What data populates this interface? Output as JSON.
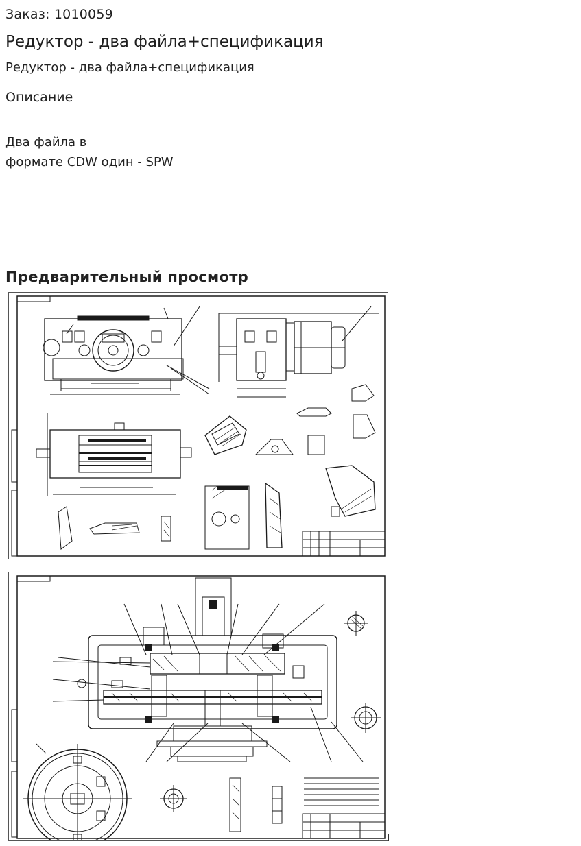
{
  "order": {
    "label": "Заказ: 1010059"
  },
  "title": "Редуктор - два файла+спецификация",
  "subtitle": "Редуктор - два файла+спецификация",
  "description": {
    "heading": "Описание",
    "lines": [
      "Два файла в",
      "формате CDW один - SPW"
    ]
  },
  "preview": {
    "heading": "Предварительный просмотр"
  },
  "colors": {
    "text": "#222222",
    "line": "#1a1a1a",
    "background": "#ffffff"
  }
}
